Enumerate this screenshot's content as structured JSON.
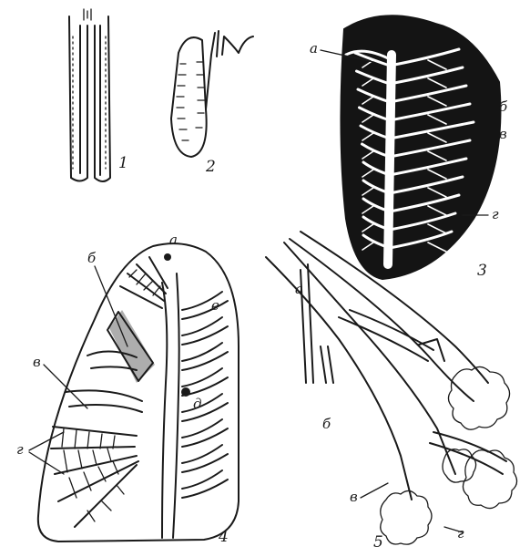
{
  "figure": {
    "panels": [
      {
        "id": "1",
        "number": "1",
        "labels": []
      },
      {
        "id": "2",
        "number": "2",
        "labels": []
      },
      {
        "id": "3",
        "number": "3",
        "labels": [
          "а",
          "б",
          "в",
          "г"
        ]
      },
      {
        "id": "4",
        "number": "4",
        "labels": [
          "а",
          "б",
          "в",
          "г",
          "д",
          "е"
        ]
      },
      {
        "id": "5",
        "number": "5",
        "labels": [
          "а",
          "б",
          "в",
          "г"
        ]
      }
    ]
  }
}
